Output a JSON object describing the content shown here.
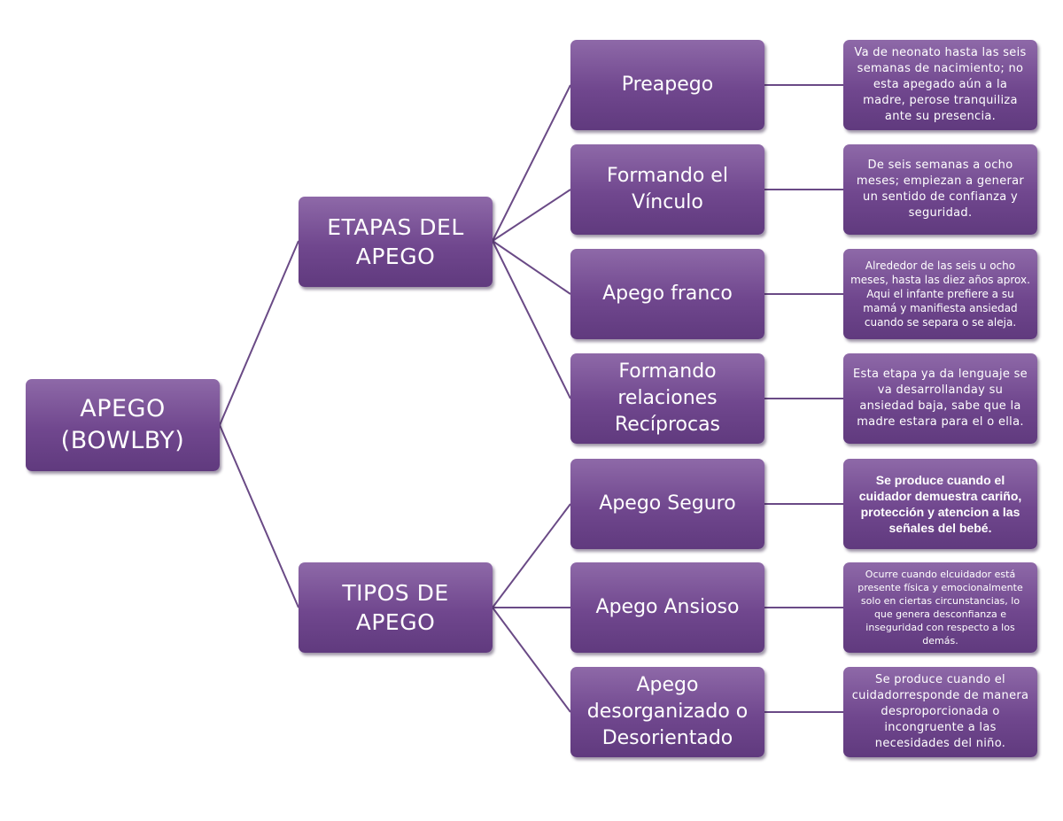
{
  "root": {
    "label": "APEGO\n(BOWLBY)"
  },
  "etapas": {
    "label": "ETAPAS DEL\nAPEGO",
    "items": [
      {
        "label": "Preapego",
        "description": "Va de neonato hasta las seis semanas de nacimiento; no esta apegado aún a la madre, perose tranquiliza ante su presencia."
      },
      {
        "label": "Formando el Vínculo",
        "description": "De seis semanas a ocho meses; empiezan a generar un sentido de confianza y seguridad."
      },
      {
        "label": "Apego franco",
        "description": "Alrededor de las seis u ocho meses, hasta las diez años aprox. Aqui el infante prefiere a su mamá y manifiesta ansiedad cuando se separa o se aleja."
      },
      {
        "label": "Formando relaciones Recíprocas",
        "description": "Esta etapa ya da lenguaje se va desarrollanday su ansiedad baja, sabe que la madre estara para el o ella."
      }
    ]
  },
  "tipos": {
    "label": "TIPOS DE\nAPEGO",
    "items": [
      {
        "label": "Apego Seguro",
        "description": "Se produce cuando el cuidador demuestra cariño, protección y atencion a las señales del bebé."
      },
      {
        "label": "Apego Ansioso",
        "description": "Ocurre cuando elcuidador está presente física y emocionalmente solo en ciertas circunstancias, lo que genera desconfianza e inseguridad con respecto a los demás."
      },
      {
        "label": "Apego desorganizado o Desorientado",
        "description": "Se produce cuando el cuidadorresponde de manera desproporcionada o incongruente a las necesidades del niño."
      }
    ]
  },
  "colors": {
    "box_fill": "#70478e",
    "box_fill_light": "#8e69a8",
    "connector": "#6a4a86",
    "text": "#ffffff"
  }
}
